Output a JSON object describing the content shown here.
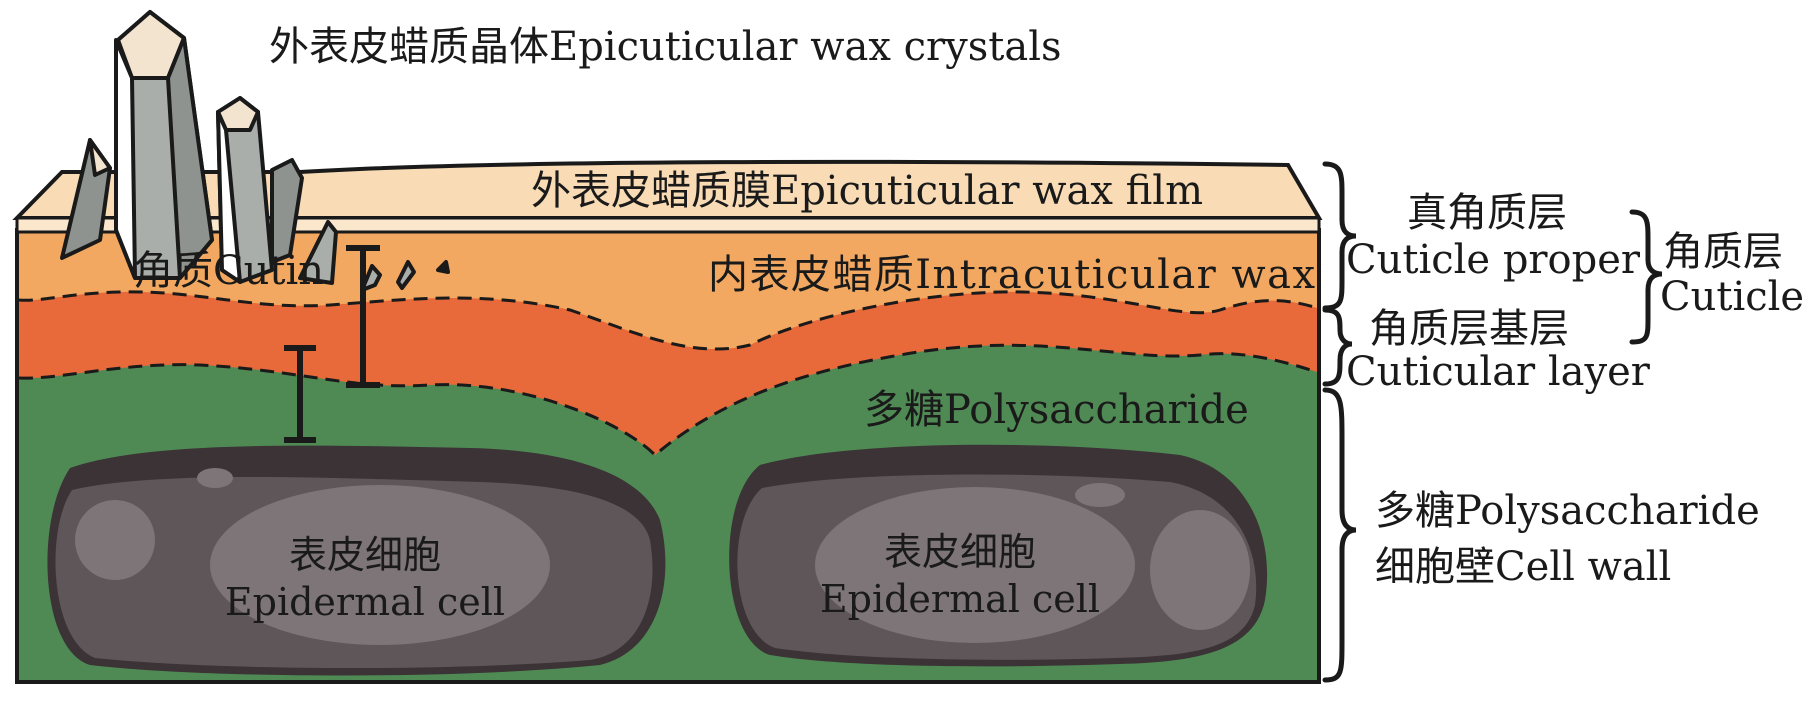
{
  "title": "Plant cuticle structure",
  "labels": {
    "wax_crystals": "外表皮蜡质晶体Epicuticular wax crystals",
    "wax_film": "外表皮蜡质膜Epicuticular wax film",
    "cutin": "角质Cutin",
    "intracuticular_wax": "内表皮蜡质Intracuticular wax",
    "polysaccharide": "多糖Polysaccharide",
    "cell_left_cn": "表皮细胞",
    "cell_left_en": "Epidermal cell",
    "cell_right_cn": "表皮细胞",
    "cell_right_en": "Epidermal cell"
  },
  "right_labels": {
    "cuticle_proper_cn": "真角质层",
    "cuticle_proper_en": "Cuticle proper",
    "cuticle_cn": "角质层",
    "cuticle_en": "Cuticle",
    "cuticular_layer_cn": "角质层基层",
    "cuticular_layer_en": "Cuticular layer",
    "cell_wall_line1": "多糖Polysaccharide",
    "cell_wall_line2": "细胞壁Cell wall"
  },
  "colors": {
    "wax_film": "#f9dcb6",
    "intracuticular": "#f2a860",
    "cuticular_layer": "#e8693a",
    "polysaccharide": "#4f8a55",
    "cell": "#5e5658",
    "crystal": "#a9aeab"
  }
}
